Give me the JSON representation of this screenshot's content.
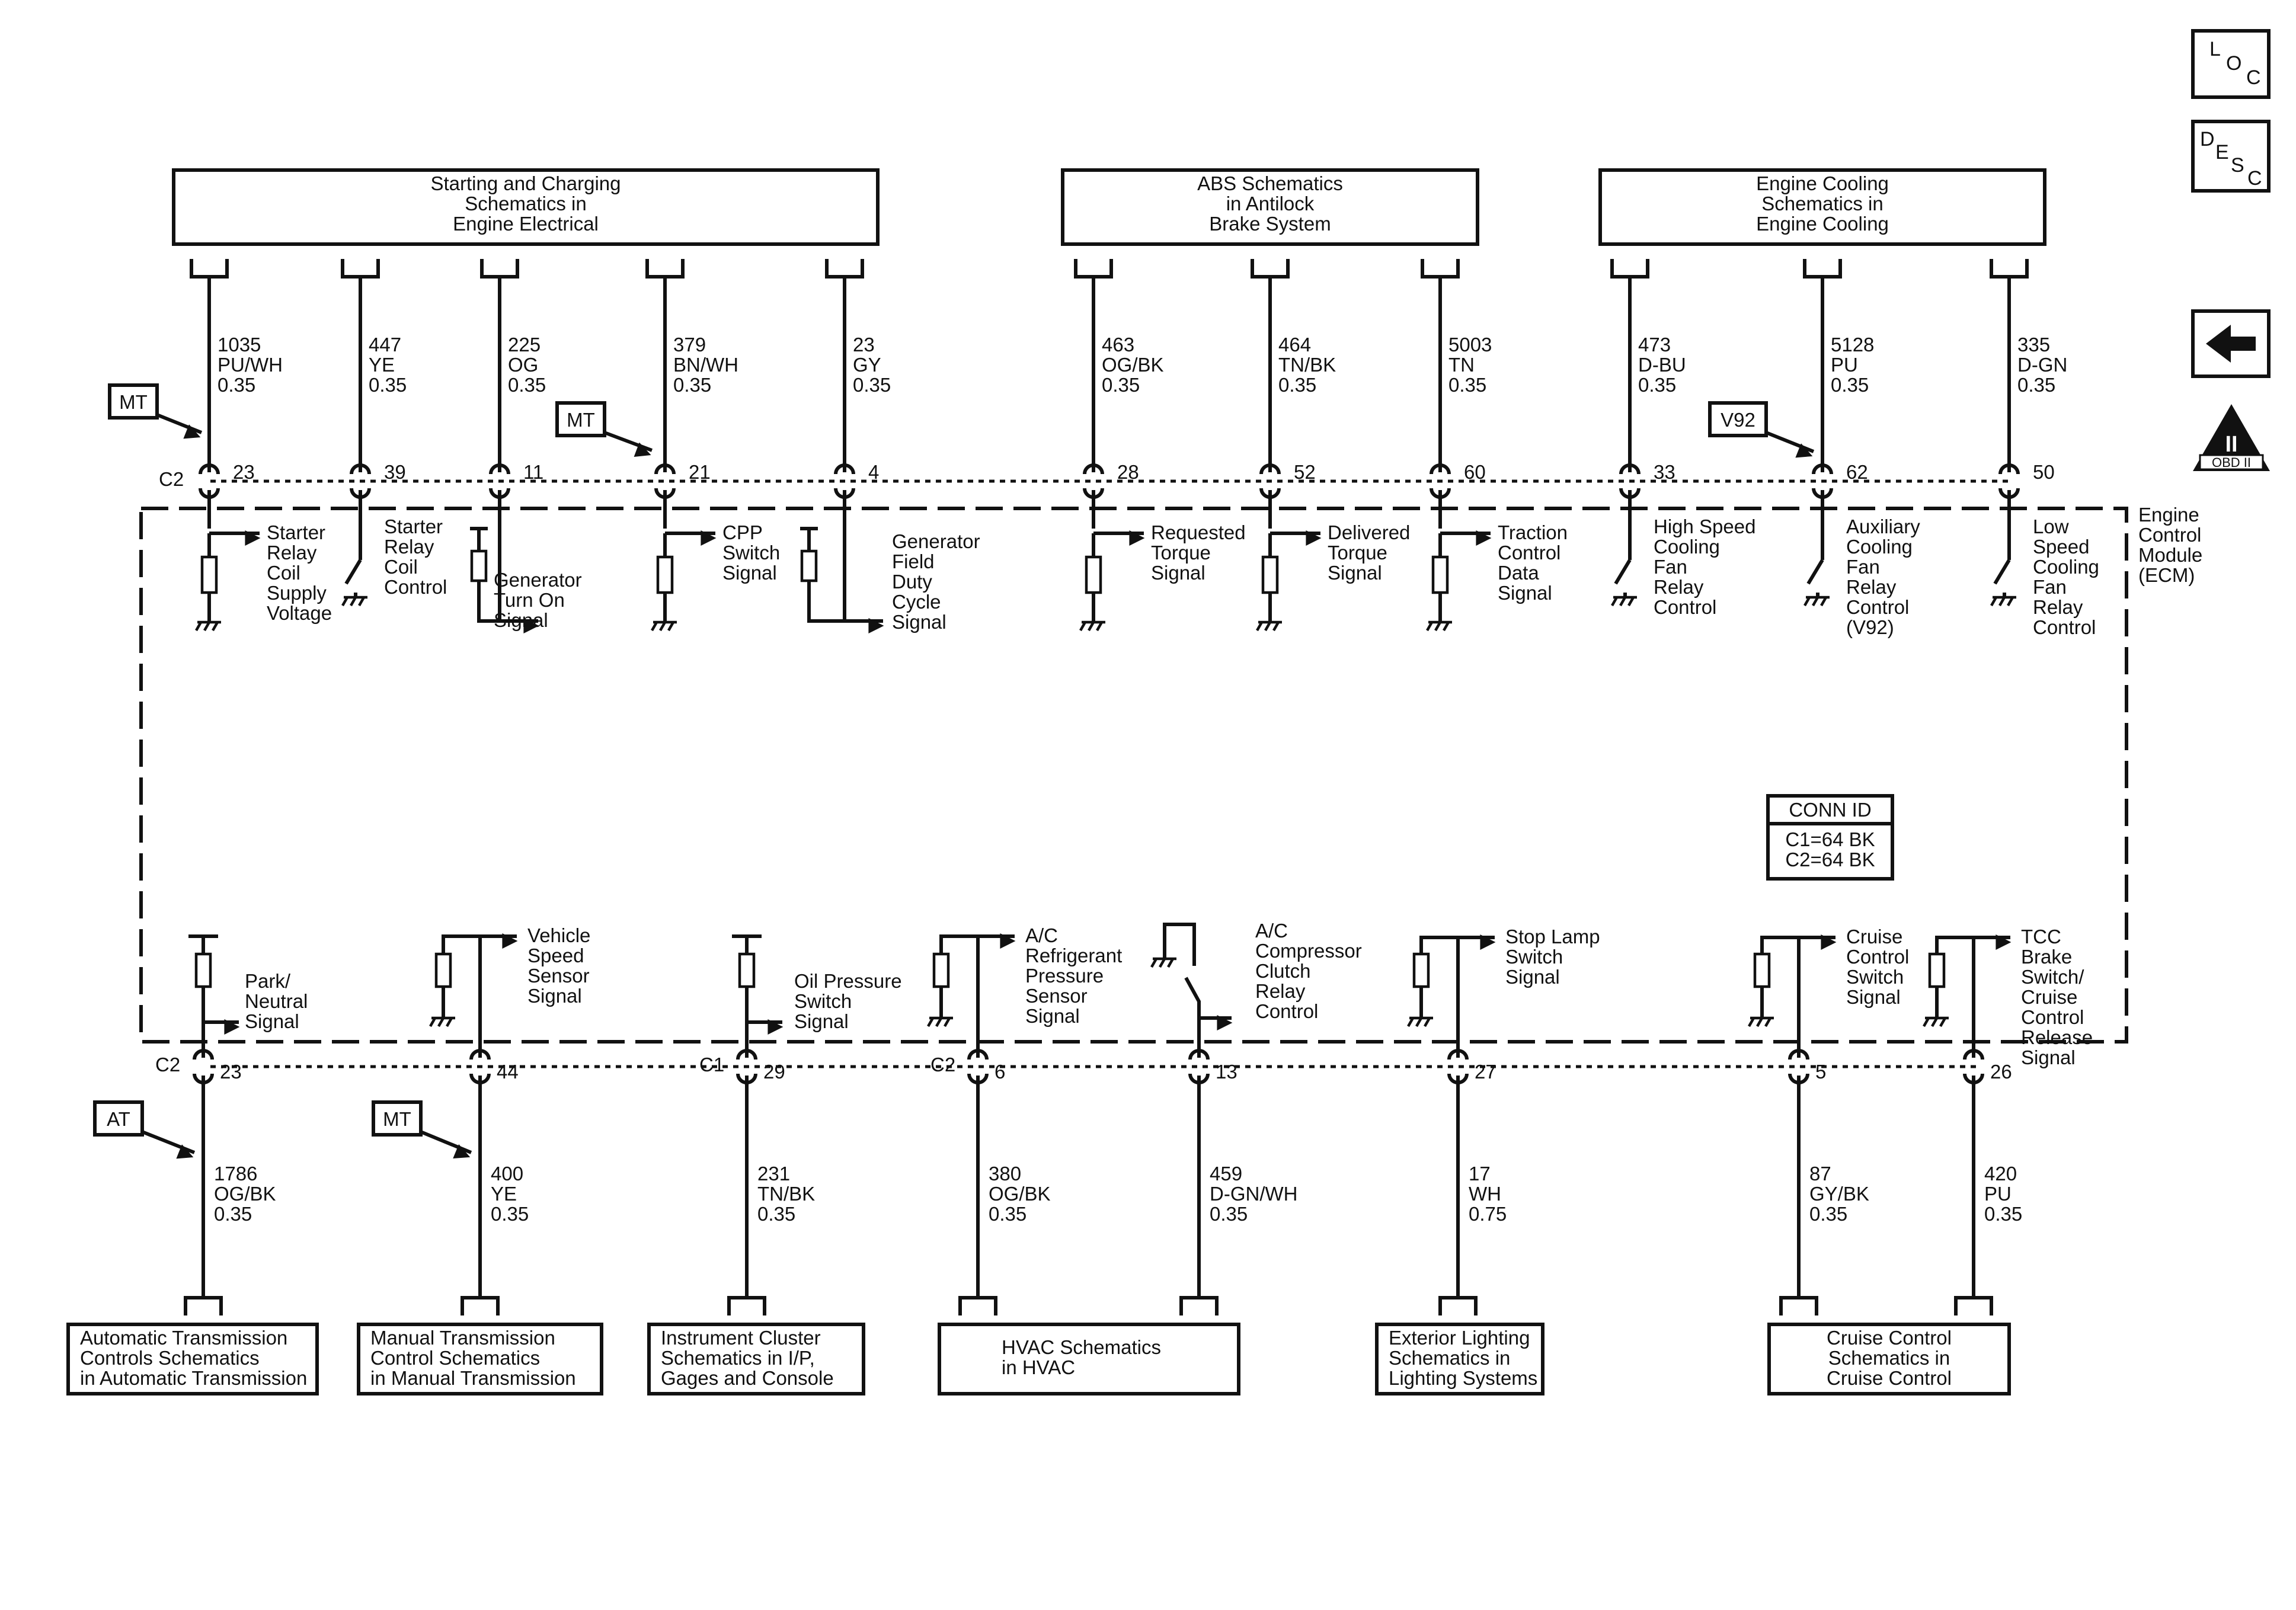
{
  "ecm_label": [
    "Engine",
    "Control",
    "Module",
    "(ECM)"
  ],
  "conn_id": {
    "title": "CONN ID",
    "lines": [
      "C1=64 BK",
      "C2=64 BK"
    ]
  },
  "nav_icons": {
    "loc": {
      "chars": [
        "L",
        "O",
        "C"
      ],
      "icon": "loc-icon"
    },
    "desc": {
      "chars": [
        "D",
        "E",
        "S",
        "C"
      ],
      "icon": "desc-icon"
    },
    "back": {
      "icon": "back-arrow-icon"
    },
    "obd": {
      "label": "OBD II",
      "numeral": "II",
      "icon": "obd-ii-icon"
    }
  },
  "top_boxes": [
    {
      "id": "starting",
      "lines": [
        "Starting and Charging",
        "Schematics in",
        "Engine Electrical"
      ]
    },
    {
      "id": "abs",
      "lines": [
        "ABS Schematics",
        "in Antilock",
        "Brake System"
      ]
    },
    {
      "id": "cooling",
      "lines": [
        "Engine Cooling",
        "Schematics in",
        "Engine Cooling"
      ]
    }
  ],
  "bottom_boxes": [
    {
      "id": "auto-trans",
      "lines": [
        "Automatic Transmission",
        "Controls Schematics",
        "in Automatic Transmission"
      ]
    },
    {
      "id": "manual-trans",
      "lines": [
        "Manual Transmission",
        "Control Schematics",
        "in Manual Transmission"
      ]
    },
    {
      "id": "cluster",
      "lines": [
        "Instrument Cluster",
        "Schematics in I/P,",
        "Gages and Console"
      ]
    },
    {
      "id": "hvac",
      "lines": [
        "HVAC Schematics",
        "in HVAC"
      ]
    },
    {
      "id": "lighting",
      "lines": [
        "Exterior Lighting",
        "Schematics in",
        "Lighting Systems"
      ]
    },
    {
      "id": "cruise",
      "lines": [
        "Cruise Control",
        "Schematics in",
        "Cruise Control"
      ]
    }
  ],
  "option_tags": [
    "MT",
    "MT",
    "V92",
    "AT",
    "MT"
  ],
  "connector_labels": [
    "C2",
    "C2",
    "C1",
    "C2"
  ],
  "top_circuits": [
    {
      "circuit": "1035",
      "color": "PU/WH",
      "size": "0.35",
      "pin": "23",
      "signal": [
        "Starter",
        "Relay",
        "Coil",
        "Supply",
        "Voltage"
      ]
    },
    {
      "circuit": "447",
      "color": "YE",
      "size": "0.35",
      "pin": "39",
      "signal": [
        "Starter",
        "Relay",
        "Coil",
        "Control"
      ]
    },
    {
      "circuit": "225",
      "color": "OG",
      "size": "0.35",
      "pin": "11",
      "signal": [
        "Generator",
        "Turn On",
        "Signal"
      ]
    },
    {
      "circuit": "379",
      "color": "BN/WH",
      "size": "0.35",
      "pin": "21",
      "signal": [
        "CPP",
        "Switch",
        "Signal"
      ]
    },
    {
      "circuit": "23",
      "color": "GY",
      "size": "0.35",
      "pin": "4",
      "signal": [
        "Generator",
        "Field",
        "Duty",
        "Cycle",
        "Signal"
      ]
    },
    {
      "circuit": "463",
      "color": "OG/BK",
      "size": "0.35",
      "pin": "28",
      "signal": [
        "Requested",
        "Torque",
        "Signal"
      ]
    },
    {
      "circuit": "464",
      "color": "TN/BK",
      "size": "0.35",
      "pin": "52",
      "signal": [
        "Delivered",
        "Torque",
        "Signal"
      ]
    },
    {
      "circuit": "5003",
      "color": "TN",
      "size": "0.35",
      "pin": "60",
      "signal": [
        "Traction",
        "Control",
        "Data",
        "Signal"
      ]
    },
    {
      "circuit": "473",
      "color": "D-BU",
      "size": "0.35",
      "pin": "33",
      "signal": [
        "High Speed",
        "Cooling",
        "Fan",
        "Relay",
        "Control"
      ]
    },
    {
      "circuit": "5128",
      "color": "PU",
      "size": "0.35",
      "pin": "62",
      "signal": [
        "Auxiliary",
        "Cooling",
        "Fan",
        "Relay",
        "Control",
        "(V92)"
      ]
    },
    {
      "circuit": "335",
      "color": "D-GN",
      "size": "0.35",
      "pin": "50",
      "signal": [
        "Low",
        "Speed",
        "Cooling",
        "Fan",
        "Relay",
        "Control"
      ]
    }
  ],
  "bottom_circuits": [
    {
      "circuit": "1786",
      "color": "OG/BK",
      "size": "0.35",
      "pin": "23",
      "signal": [
        "Park/",
        "Neutral",
        "Signal"
      ]
    },
    {
      "circuit": "400",
      "color": "YE",
      "size": "0.35",
      "pin": "44",
      "signal": [
        "Vehicle",
        "Speed",
        "Sensor",
        "Signal"
      ]
    },
    {
      "circuit": "231",
      "color": "TN/BK",
      "size": "0.35",
      "pin": "29",
      "signal": [
        "Oil Pressure",
        "Switch",
        "Signal"
      ]
    },
    {
      "circuit": "380",
      "color": "OG/BK",
      "size": "0.35",
      "pin": "6",
      "signal": [
        "A/C",
        "Refrigerant",
        "Pressure",
        "Sensor",
        "Signal"
      ]
    },
    {
      "circuit": "459",
      "color": "D-GN/WH",
      "size": "0.35",
      "pin": "13",
      "signal": [
        "A/C",
        "Compressor",
        "Clutch",
        "Relay",
        "Control"
      ]
    },
    {
      "circuit": "17",
      "color": "WH",
      "size": "0.75",
      "pin": "27",
      "signal": [
        "Stop Lamp",
        "Switch",
        "Signal"
      ]
    },
    {
      "circuit": "87",
      "color": "GY/BK",
      "size": "0.35",
      "pin": "5",
      "signal": [
        "Cruise",
        "Control",
        "Switch",
        "Signal"
      ]
    },
    {
      "circuit": "420",
      "color": "PU",
      "size": "0.35",
      "pin": "26",
      "signal": [
        "TCC",
        "Brake",
        "Switch/",
        "Cruise",
        "Control",
        "Release",
        "Signal"
      ]
    }
  ]
}
